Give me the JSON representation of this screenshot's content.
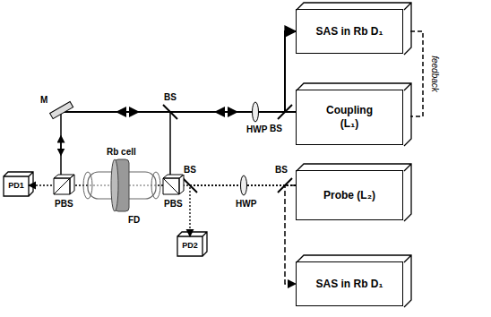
{
  "diagram": {
    "nodes": [
      {
        "text": [
          "SAS in Rb D₁"
        ]
      },
      {
        "text": [
          "Coupling (L₁)"
        ]
      },
      {
        "text": [
          "Probe (L₂)"
        ]
      },
      {
        "text": [
          "SAS in Rb D₁"
        ]
      },
      {
        "text": [
          "PD1"
        ]
      },
      {
        "text": [
          "PD2"
        ]
      }
    ],
    "edges": [
      {
        "from": 1,
        "to": 0,
        "arrow": "to"
      },
      {
        "from": 0,
        "to": 1,
        "label": "feedback",
        "arrow": "none"
      },
      {
        "from": 2,
        "to": 3,
        "arrow": "to"
      },
      {
        "from": 2,
        "to": 4,
        "arrow": "to"
      },
      {
        "from": 2,
        "to": 5,
        "arrow": "to"
      }
    ],
    "labels": [
      "M",
      "BS",
      "BS",
      "HWP",
      "Rb cell",
      "BS",
      "BS",
      "PBS",
      "PBS",
      "HWP",
      "FD"
    ]
  }
}
